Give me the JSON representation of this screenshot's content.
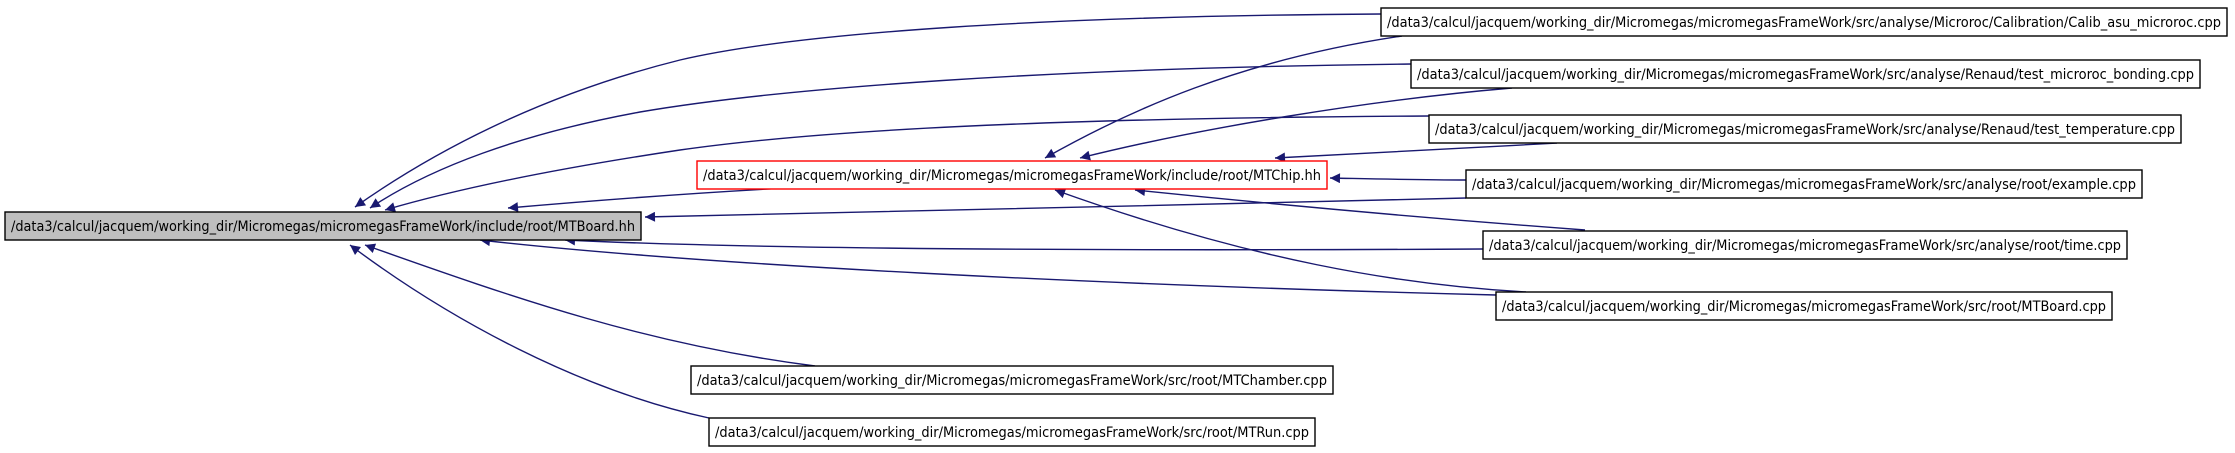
{
  "colors": {
    "edge": "#191970",
    "node_border": "#000000",
    "focus_fill": "#bfbfbf",
    "focus_border": "#000000",
    "highlight_border": "#ff0000",
    "node_fill": "#ffffff",
    "text": "#000000"
  },
  "nodes": [
    {
      "id": "mtboard_hh",
      "label": "/data3/calcul/jacquem/working_dir/Micromegas/micromegasFrameWork/include/root/MTBoard.hh",
      "kind": "focus"
    },
    {
      "id": "mtchip_hh",
      "label": "/data3/calcul/jacquem/working_dir/Micromegas/micromegasFrameWork/include/root/MTChip.hh",
      "kind": "highlight"
    },
    {
      "id": "calib_asu",
      "label": "/data3/calcul/jacquem/working_dir/Micromegas/micromegasFrameWork/src/analyse/Microroc/Calibration/Calib_asu_microroc.cpp",
      "kind": "normal"
    },
    {
      "id": "test_bonding",
      "label": "/data3/calcul/jacquem/working_dir/Micromegas/micromegasFrameWork/src/analyse/Renaud/test_microroc_bonding.cpp",
      "kind": "normal"
    },
    {
      "id": "test_temperature",
      "label": "/data3/calcul/jacquem/working_dir/Micromegas/micromegasFrameWork/src/analyse/Renaud/test_temperature.cpp",
      "kind": "normal"
    },
    {
      "id": "example_cpp",
      "label": "/data3/calcul/jacquem/working_dir/Micromegas/micromegasFrameWork/src/analyse/root/example.cpp",
      "kind": "normal"
    },
    {
      "id": "time_cpp",
      "label": "/data3/calcul/jacquem/working_dir/Micromegas/micromegasFrameWork/src/analyse/root/time.cpp",
      "kind": "normal"
    },
    {
      "id": "mtboard_cpp",
      "label": "/data3/calcul/jacquem/working_dir/Micromegas/micromegasFrameWork/src/root/MTBoard.cpp",
      "kind": "normal"
    },
    {
      "id": "mtchamber_cpp",
      "label": "/data3/calcul/jacquem/working_dir/Micromegas/micromegasFrameWork/src/root/MTChamber.cpp",
      "kind": "normal"
    },
    {
      "id": "mtrun_cpp",
      "label": "/data3/calcul/jacquem/working_dir/Micromegas/micromegasFrameWork/src/root/MTRun.cpp",
      "kind": "normal"
    }
  ],
  "edges": [
    {
      "from": "calib_asu",
      "to": "mtboard_hh"
    },
    {
      "from": "test_bonding",
      "to": "mtboard_hh"
    },
    {
      "from": "test_temperature",
      "to": "mtboard_hh"
    },
    {
      "from": "mtchip_hh",
      "to": "mtboard_hh"
    },
    {
      "from": "example_cpp",
      "to": "mtboard_hh"
    },
    {
      "from": "time_cpp",
      "to": "mtboard_hh"
    },
    {
      "from": "mtboard_cpp",
      "to": "mtboard_hh"
    },
    {
      "from": "mtchamber_cpp",
      "to": "mtboard_hh"
    },
    {
      "from": "mtrun_cpp",
      "to": "mtboard_hh"
    },
    {
      "from": "calib_asu",
      "to": "mtchip_hh"
    },
    {
      "from": "test_bonding",
      "to": "mtchip_hh"
    },
    {
      "from": "test_temperature",
      "to": "mtchip_hh"
    },
    {
      "from": "example_cpp",
      "to": "mtchip_hh"
    },
    {
      "from": "time_cpp",
      "to": "mtchip_hh"
    },
    {
      "from": "mtboard_cpp",
      "to": "mtchip_hh"
    }
  ]
}
